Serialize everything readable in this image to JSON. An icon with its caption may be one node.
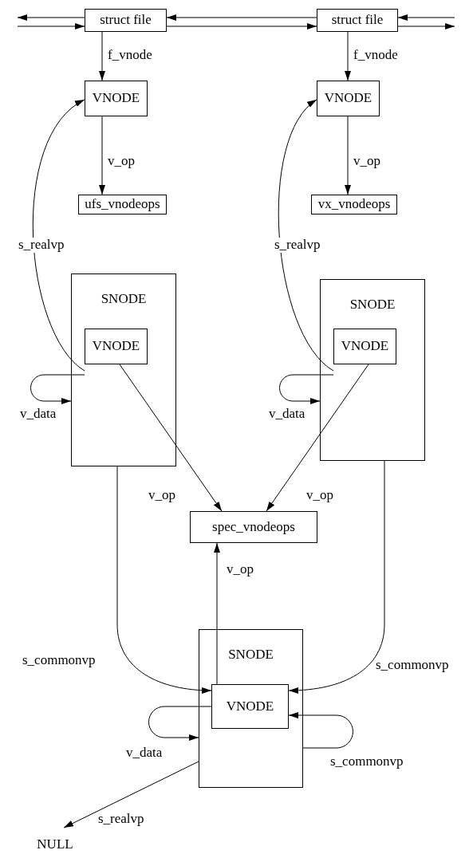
{
  "diagram": {
    "nodes": [
      {
        "text": [
          "struct file"
        ]
      },
      {
        "text": [
          "struct file"
        ]
      },
      {
        "text": [
          "VNODE"
        ]
      },
      {
        "text": [
          "VNODE"
        ]
      },
      {
        "text": [
          "ufs_vnodeops"
        ]
      },
      {
        "text": [
          "vx_vnodeops"
        ]
      },
      {
        "text": [
          "SNODE"
        ]
      },
      {
        "text": [
          "VNODE"
        ],
        "in": 6
      },
      {
        "text": [
          "SNODE"
        ]
      },
      {
        "text": [
          "VNODE"
        ],
        "in": 8
      },
      {
        "text": [
          "spec_vnodeops"
        ]
      },
      {
        "text": [
          "SNODE"
        ]
      },
      {
        "text": [
          "VNODE"
        ],
        "in": 11
      },
      {
        "text": [
          "NULL"
        ]
      }
    ],
    "edges": [
      {
        "from": null,
        "to": 0,
        "arrow": "to"
      },
      {
        "from": 0,
        "to": null,
        "arrow": "to"
      },
      {
        "from": 1,
        "to": 0,
        "arrow": "to"
      },
      {
        "from": 0,
        "to": 1,
        "arrow": "to"
      },
      {
        "from": null,
        "to": 1,
        "arrow": "to"
      },
      {
        "from": 1,
        "to": null,
        "arrow": "to"
      },
      {
        "from": 0,
        "to": 2,
        "arrow": "to",
        "label": "f_vnode"
      },
      {
        "from": 1,
        "to": 3,
        "arrow": "to",
        "label": "f_vnode"
      },
      {
        "from": 2,
        "to": 4,
        "arrow": "to",
        "label": "v_op"
      },
      {
        "from": 3,
        "to": 5,
        "arrow": "to",
        "label": "v_op"
      },
      {
        "from": 7,
        "to": 2,
        "arrow": "to",
        "label": "s_realvp"
      },
      {
        "from": 9,
        "to": 3,
        "arrow": "to",
        "label": "s_realvp"
      },
      {
        "from": 7,
        "to": 6,
        "arrow": "to",
        "label": "v_data"
      },
      {
        "from": 9,
        "to": 8,
        "arrow": "to",
        "label": "v_data"
      },
      {
        "from": 7,
        "to": 10,
        "arrow": "to",
        "label": "v_op"
      },
      {
        "from": 9,
        "to": 10,
        "arrow": "to",
        "label": "v_op"
      },
      {
        "from": 12,
        "to": 10,
        "arrow": "to",
        "label": "v_op"
      },
      {
        "from": 6,
        "to": 12,
        "arrow": "to",
        "label": "s_commonvp"
      },
      {
        "from": 8,
        "to": 12,
        "arrow": "to",
        "label": "s_commonvp"
      },
      {
        "from": 11,
        "to": 12,
        "arrow": "to",
        "label": "s_commonvp"
      },
      {
        "from": 12,
        "to": 11,
        "arrow": "to",
        "label": "v_data"
      },
      {
        "from": 11,
        "to": 13,
        "arrow": "to",
        "label": "s_realvp"
      }
    ]
  }
}
